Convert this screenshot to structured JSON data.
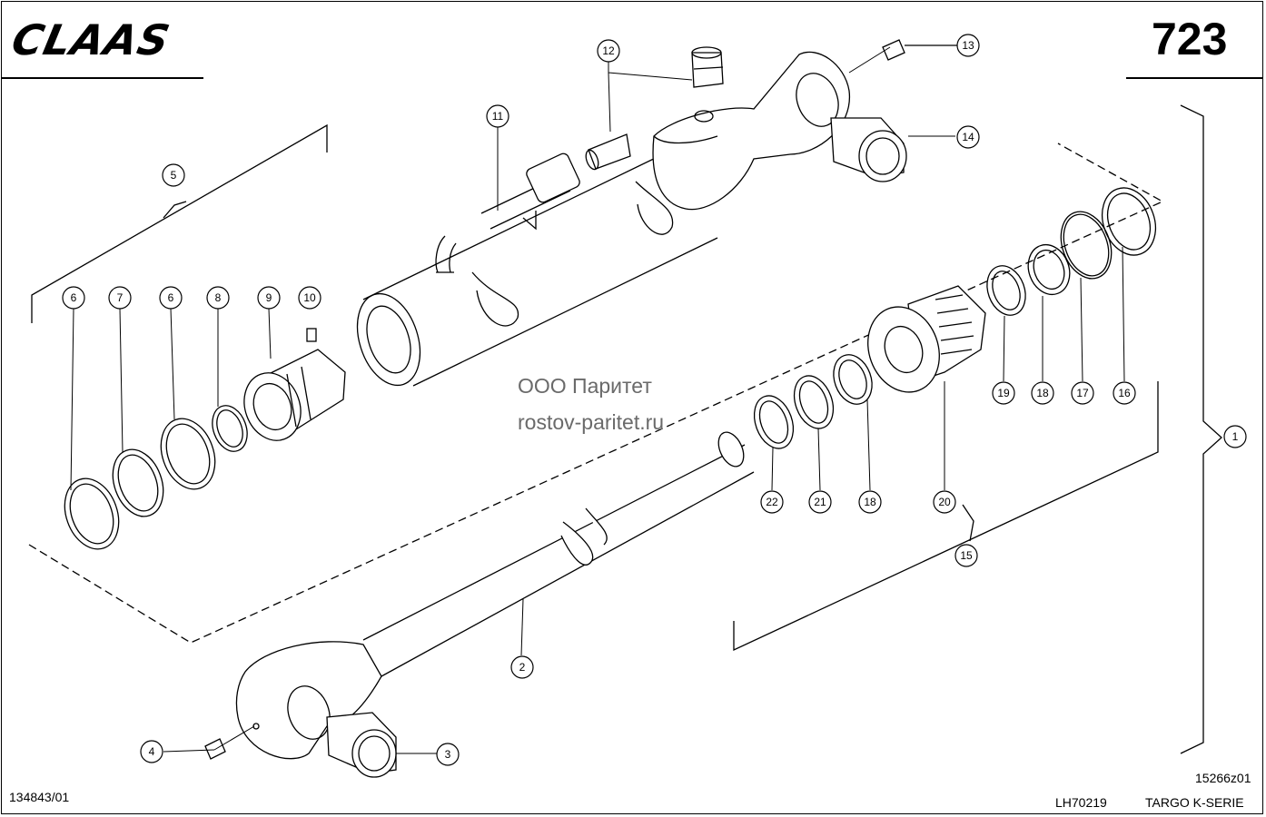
{
  "header": {
    "brand": "CLAAS",
    "page_number": "723"
  },
  "watermark": {
    "line1": "ООО Паритет",
    "line2": "rostov-paritet.ru"
  },
  "footer": {
    "drawing_id": "15266z01",
    "document_no": "134843/01",
    "model_code": "LH70219",
    "series": "TARGO K-SERIE"
  },
  "callouts": [
    "1",
    "2",
    "3",
    "4",
    "5",
    "6",
    "7",
    "6",
    "8",
    "9",
    "10",
    "11",
    "12",
    "13",
    "14",
    "15",
    "16",
    "17",
    "18",
    "19",
    "20",
    "21",
    "18",
    "22"
  ]
}
